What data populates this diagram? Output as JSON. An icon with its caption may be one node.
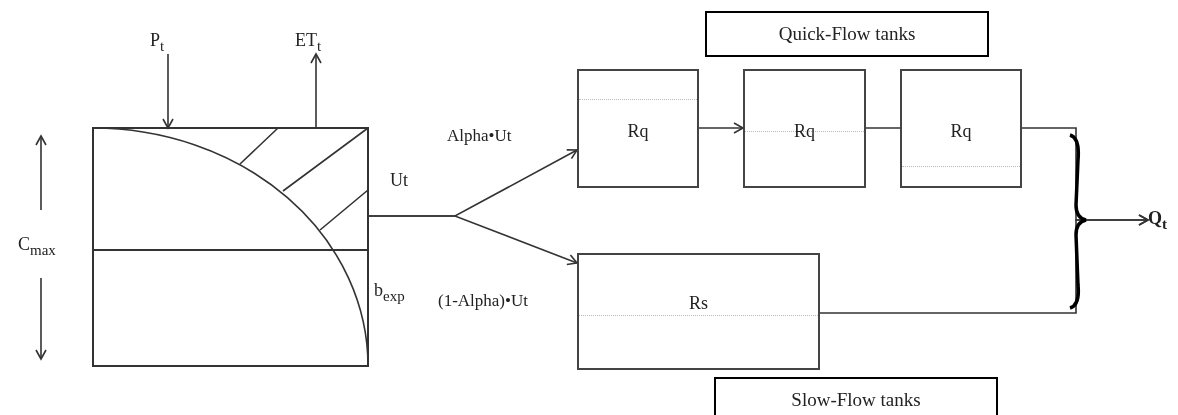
{
  "diagram": {
    "nodes": [
      {
        "text": [
          "P$_{t}$"
        ]
      },
      {
        "text": [
          "ET$_{t}$"
        ]
      },
      {
        "text": [
          "Quick-Flow tanks"
        ]
      },
      {
        "text": [],
        "shape": "box",
        "beside": [
          "b$_{exp}$"
        ]
      },
      {
        "text": [
          "Rq"
        ]
      },
      {
        "text": [
          "Rq"
        ]
      },
      {
        "text": [
          "Rq"
        ]
      },
      {
        "text": [
          "Rs"
        ]
      },
      {
        "text": [
          "Q$_{t}$"
        ]
      },
      {
        "text": [
          "Slow-Flow tanks"
        ]
      }
    ],
    "edges": [
      {
        "from": 0,
        "to": 3,
        "arrow": "to"
      },
      {
        "from": 3,
        "to": 1,
        "arrow": "to"
      },
      {
        "from": 3,
        "to": 4,
        "arrow": "to",
        "label": "Alpha•Ut"
      },
      {
        "from": 3,
        "to": 7,
        "arrow": "to",
        "label": "(1-Alpha)•Ut"
      },
      {
        "from": 4,
        "to": 5,
        "arrow": "to"
      },
      {
        "from": 5,
        "to": 6,
        "arrow": "none"
      },
      {
        "from": 6,
        "to": 8,
        "arrow": "to"
      },
      {
        "from": 7,
        "to": 8,
        "arrow": "to"
      }
    ],
    "labels": [
      "Ut",
      "C$_{max}$"
    ]
  }
}
